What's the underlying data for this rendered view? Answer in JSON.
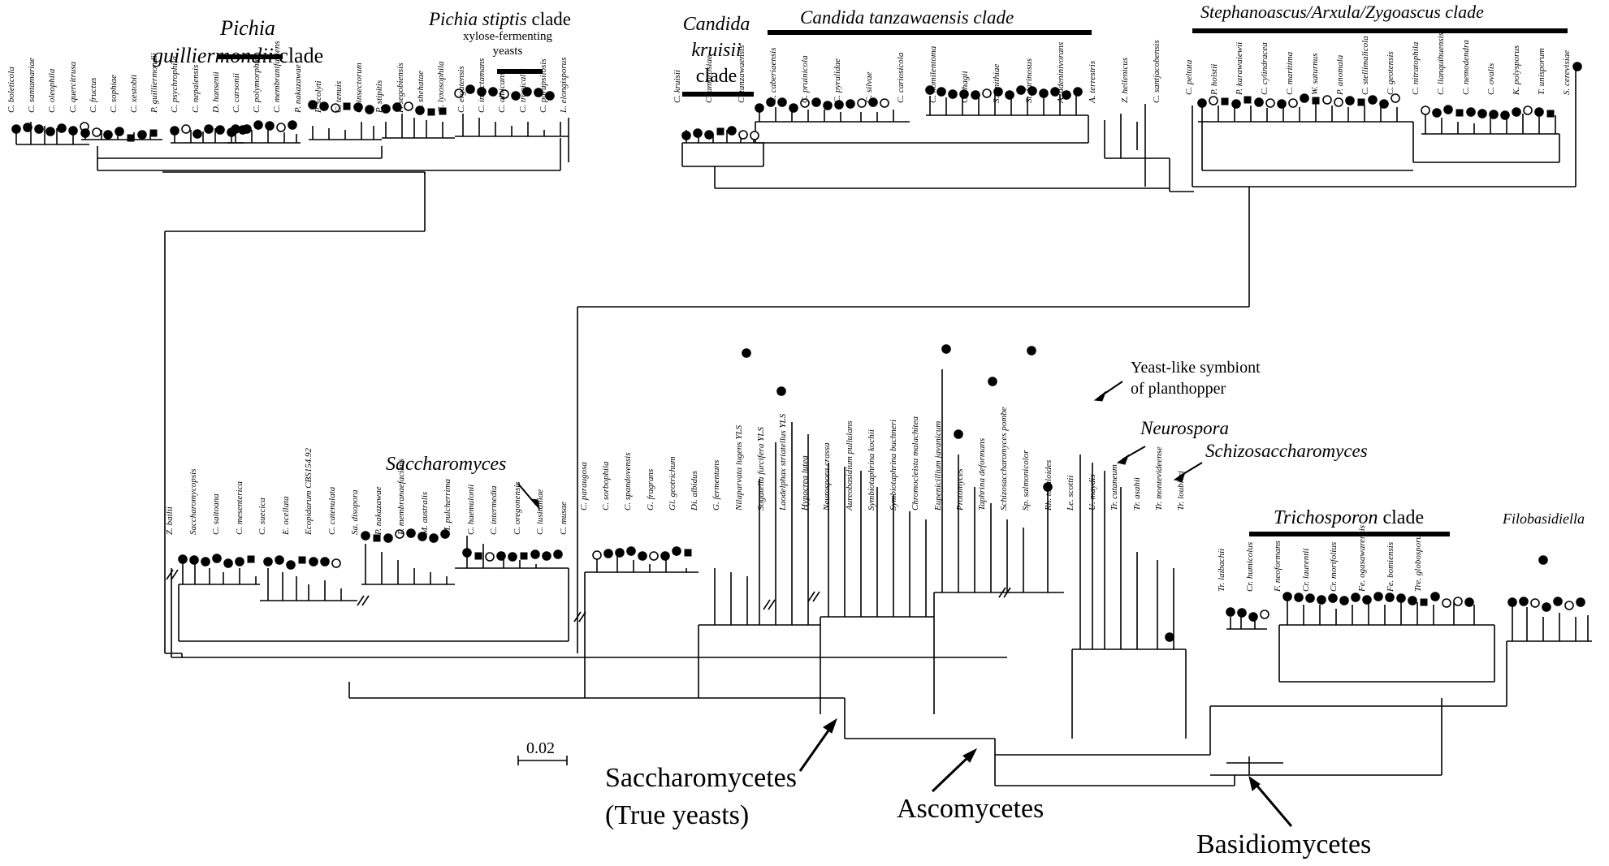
{
  "clade_labels": {
    "guilliermondii_line1": "Pichia",
    "guilliermondii_line2_ital": "guilliermondii",
    "guilliermondii_line2_rest": " clade",
    "stipitis_ital": "Pichia stiptis",
    "stipitis_rest": " clade",
    "stipitis_sub1": "xylose-fermenting",
    "stipitis_sub2": "yeasts",
    "kruisii_line1": "Candida",
    "kruisii_line2": "kruisii",
    "kruisii_line3": "clade",
    "tanzawaensis": "Candida tanzawaensis clade",
    "stephanoascus": "Stephanoascus/Arxula/Zygoascus clade",
    "saccharomyces": "Saccharomyces",
    "yls_line1": "Yeast-like symbiont",
    "yls_line2": "of planthopper",
    "neurospora": "Neurospora",
    "schizosaccharomyces": "Schizosaccharomyces",
    "trichosporon_ital": "Trichosporon",
    "trichosporon_rest": " clade",
    "filobasidiella": "Filobasidiella"
  },
  "group_labels": {
    "saccharomycetes_line1": "Saccharomycetes",
    "saccharomycetes_line2": "(True yeasts)",
    "ascomycetes": "Ascomycetes",
    "basidiomycetes": "Basidiomycetes"
  },
  "scale_bar": {
    "label": "0.02"
  },
  "tip_labels": [
    {
      "text": "C. boleticola"
    },
    {
      "text": "C. santamariae"
    },
    {
      "text": "C. oleophila"
    },
    {
      "text": "C. quercitrusa"
    },
    {
      "text": "C. fructus"
    },
    {
      "text": "C. sophiae"
    },
    {
      "text": "C. xestobii"
    },
    {
      "text": "P. guilliermondii"
    },
    {
      "text": "C. psychrophila"
    },
    {
      "text": "C. nepalensis"
    },
    {
      "text": "D. hansenii"
    },
    {
      "text": "C. carsonii"
    },
    {
      "text": "C. polymorphus"
    },
    {
      "text": "C. membranifaciens"
    },
    {
      "text": "P. nakazawae"
    },
    {
      "text": "P. scolyti"
    },
    {
      "text": "C. tenuis"
    },
    {
      "text": "C. insectorum"
    },
    {
      "text": "P. stipitis"
    },
    {
      "text": "P. segobiensis"
    },
    {
      "text": "C. shehatae"
    },
    {
      "text": "C. lyxosophila"
    },
    {
      "text": "C. ergatensis"
    },
    {
      "text": "C. insectamans"
    },
    {
      "text": "C. albicans"
    },
    {
      "text": "C. tropicalis"
    },
    {
      "text": "C. parapsilosis"
    },
    {
      "text": "L. elongisporus"
    },
    {
      "text": "C. kruisii"
    },
    {
      "text": "C. ambrosiae"
    },
    {
      "text": "C. tanzawaensis"
    },
    {
      "text": "C. caberiaensis"
    },
    {
      "text": "C. pruinicola"
    },
    {
      "text": "C. pyralidae"
    },
    {
      "text": "C. silvae"
    },
    {
      "text": "C. cariosicola"
    },
    {
      "text": "C. homilentoma"
    },
    {
      "text": "C. rhagii"
    },
    {
      "text": "S. smithiae"
    },
    {
      "text": "St. farinosus"
    },
    {
      "text": "A. adeninivorans"
    },
    {
      "text": "A. terrestris"
    },
    {
      "text": "Z. hellenicus"
    },
    {
      "text": "C. santjacobensis"
    },
    {
      "text": "C. peltata"
    },
    {
      "text": "P. holstii"
    },
    {
      "text": "P. karawaiewii"
    },
    {
      "text": "C. cylindracea"
    },
    {
      "text": "C. maritima"
    },
    {
      "text": "W. saturnus"
    },
    {
      "text": "P. anomala"
    },
    {
      "text": "C. stellimalicola"
    },
    {
      "text": "C. geotensis"
    },
    {
      "text": "C. nitratophila"
    },
    {
      "text": "C. llanquihuensis"
    },
    {
      "text": "C. nemodendra"
    },
    {
      "text": "C. ovalis"
    },
    {
      "text": "K. polysporus"
    },
    {
      "text": "T. unisporum"
    },
    {
      "text": "S. cerevisiae"
    },
    {
      "text": "Z. bailii"
    },
    {
      "text": "Saccharomycopsis"
    },
    {
      "text": "C. saitoana"
    },
    {
      "text": "C. mesenterica"
    },
    {
      "text": "C. suecica"
    },
    {
      "text": "E. ocellata"
    },
    {
      "text": "Ecopidarum CBS154.92"
    },
    {
      "text": "C. catenulata"
    },
    {
      "text": "Sa. disopora"
    },
    {
      "text": "P. nakazawae"
    },
    {
      "text": "P. membranaefaciens"
    },
    {
      "text": "M. australis"
    },
    {
      "text": "M. pulcherrima"
    },
    {
      "text": "C. haemulonii"
    },
    {
      "text": "C. intermedia"
    },
    {
      "text": "C. oregonensis"
    },
    {
      "text": "C. lusitaniae"
    },
    {
      "text": "C. musae"
    },
    {
      "text": "C. paraugosa"
    },
    {
      "text": "C. sorbophila"
    },
    {
      "text": "C. spandovensis"
    },
    {
      "text": "G. fragrans"
    },
    {
      "text": "Gl. geotrichum"
    },
    {
      "text": "Di. albidus"
    },
    {
      "text": "G. fermentans"
    },
    {
      "text": "Nilaparvata lugens YLS"
    },
    {
      "text": "Sogatella furcifera YLS"
    },
    {
      "text": "Laodelphax striatellus YLS"
    },
    {
      "text": "Hypocrea lutea"
    },
    {
      "text": "Neurospora crassa"
    },
    {
      "text": "Aureobasidium pullulans"
    },
    {
      "text": "Symbiotaphrina kochii"
    },
    {
      "text": "Symbiotaphrina buchneri"
    },
    {
      "text": "Chromocleista malachitea"
    },
    {
      "text": "Eupenicillium javanicum"
    },
    {
      "text": "Protomyces"
    },
    {
      "text": "Taphrina deformans"
    },
    {
      "text": "Schizosaccharomyces pombe"
    },
    {
      "text": "Sp. salmonicolor"
    },
    {
      "text": "Rh. toruloides"
    },
    {
      "text": "Le. scottii"
    },
    {
      "text": "U. maydis"
    },
    {
      "text": "Tr. cutaneum"
    },
    {
      "text": "Tr. asahii"
    },
    {
      "text": "Tr. montevideense"
    },
    {
      "text": "Tr. loubieri"
    },
    {
      "text": "Tr. laibachii"
    },
    {
      "text": "Cr. humicolus"
    },
    {
      "text": "F. neoformans"
    },
    {
      "text": "Cr. laurentii"
    },
    {
      "text": "Cr. morifolius"
    },
    {
      "text": "Fe. ogasawarensis"
    },
    {
      "text": "Fe. bomiensis"
    },
    {
      "text": "Tre. globosporus"
    }
  ]
}
